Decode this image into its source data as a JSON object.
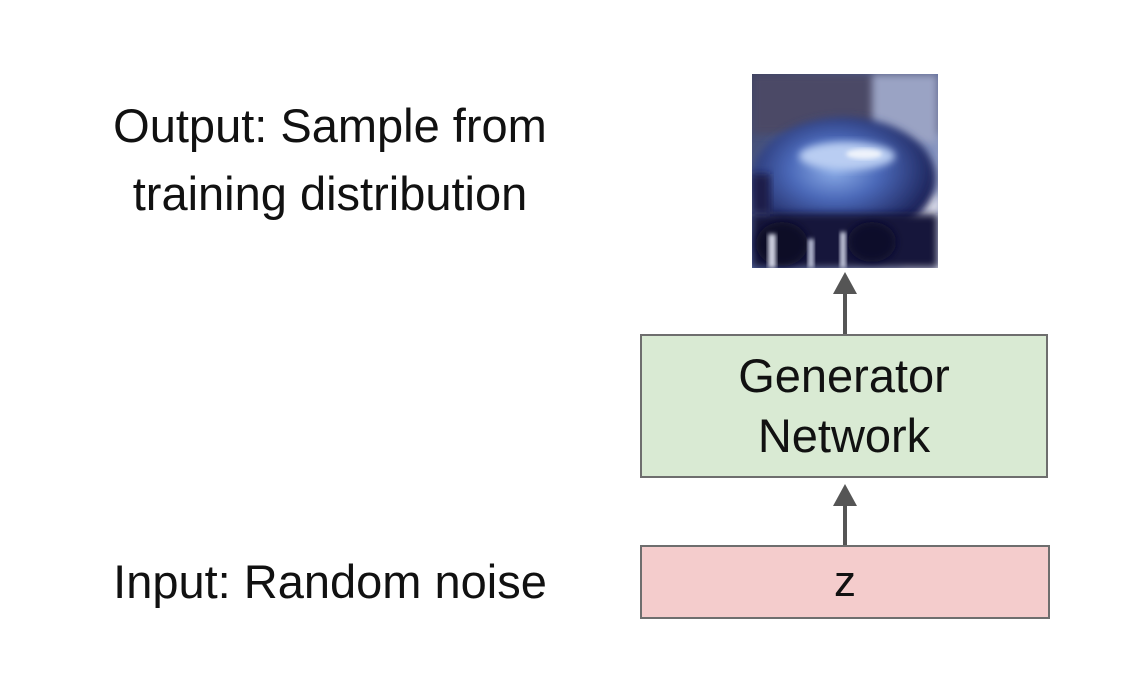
{
  "output_label": {
    "line1": "Output: Sample from",
    "line2": "training distribution"
  },
  "input_label": "Input: Random noise",
  "generator": {
    "line1": "Generator",
    "line2": "Network",
    "fill_color": "#d9ead3",
    "border_color": "#6e6e6e"
  },
  "noise_box": {
    "label": "z",
    "fill_color": "#f4cccc",
    "border_color": "#6e6e6e"
  },
  "arrow_color": "#555555",
  "sample_image": {
    "description_icon": "generated-car-image"
  }
}
